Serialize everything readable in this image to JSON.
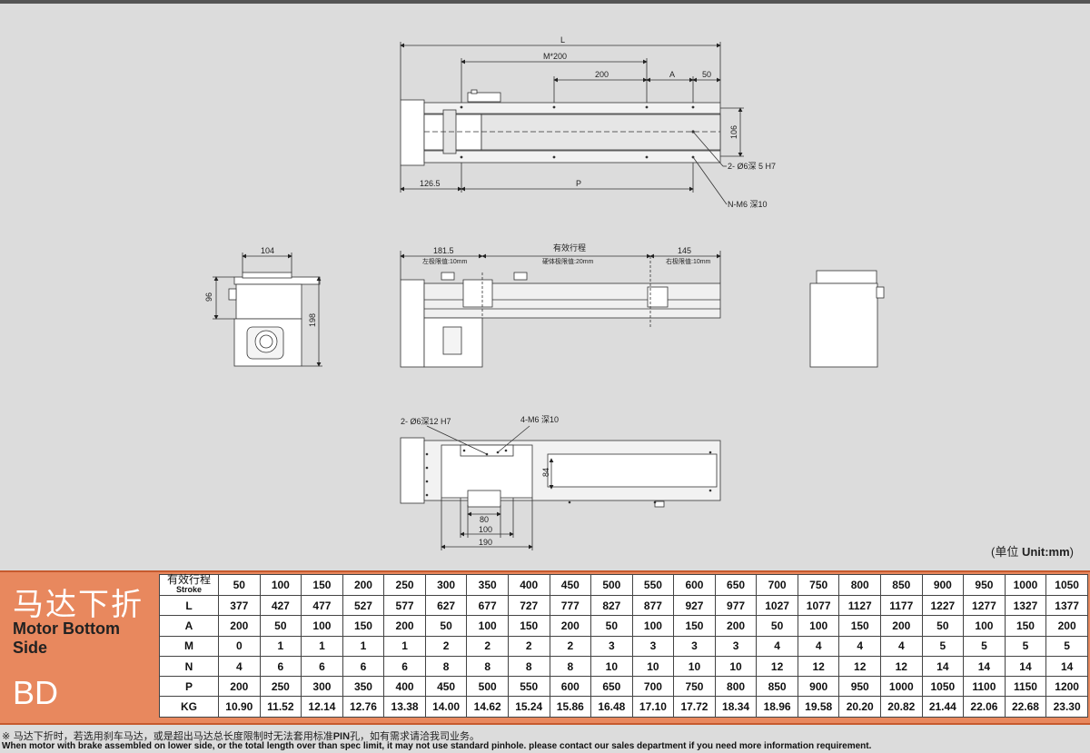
{
  "top_view": {
    "dim_L": "L",
    "dim_M": "M*200",
    "dim_200": "200",
    "dim_A": "A",
    "dim_50": "50",
    "dim_106": "106",
    "dim_126_5": "126.5",
    "dim_P": "P",
    "note_pin": "2- Ø6深 5 H7",
    "note_thread": "N-M6 深10"
  },
  "side_view": {
    "dim_104": "104",
    "dim_96": "96",
    "dim_198": "198",
    "dim_181_5": "181.5",
    "dim_stroke": "有效行程",
    "dim_145": "145",
    "limit_left": "左极限值:10mm",
    "limit_hard": "硬体极限值:20mm",
    "limit_right": "右极限值:10mm"
  },
  "bottom_view": {
    "note_pin": "2- Ø6深12 H7",
    "note_thread": "4-M6 深10",
    "dim_84": "84",
    "dim_80": "80",
    "dim_100": "100",
    "dim_190": "190"
  },
  "unit": {
    "cn": "(单位 ",
    "en": "Unit:mm",
    "close": ")"
  },
  "panel": {
    "title_cn": "马达下折",
    "title_en": "Motor Bottom Side",
    "code": "BD"
  },
  "table": {
    "header_cn": "有效行程",
    "header_en": "Stroke",
    "strokes": [
      "50",
      "100",
      "150",
      "200",
      "250",
      "300",
      "350",
      "400",
      "450",
      "500",
      "550",
      "600",
      "650",
      "700",
      "750",
      "800",
      "850",
      "900",
      "950",
      "1000",
      "1050"
    ],
    "rows": [
      {
        "label": "L",
        "values": [
          "377",
          "427",
          "477",
          "527",
          "577",
          "627",
          "677",
          "727",
          "777",
          "827",
          "877",
          "927",
          "977",
          "1027",
          "1077",
          "1127",
          "1177",
          "1227",
          "1277",
          "1327",
          "1377"
        ]
      },
      {
        "label": "A",
        "values": [
          "200",
          "50",
          "100",
          "150",
          "200",
          "50",
          "100",
          "150",
          "200",
          "50",
          "100",
          "150",
          "200",
          "50",
          "100",
          "150",
          "200",
          "50",
          "100",
          "150",
          "200"
        ]
      },
      {
        "label": "M",
        "values": [
          "0",
          "1",
          "1",
          "1",
          "1",
          "2",
          "2",
          "2",
          "2",
          "3",
          "3",
          "3",
          "3",
          "4",
          "4",
          "4",
          "4",
          "5",
          "5",
          "5",
          "5"
        ]
      },
      {
        "label": "N",
        "values": [
          "4",
          "6",
          "6",
          "6",
          "6",
          "8",
          "8",
          "8",
          "8",
          "10",
          "10",
          "10",
          "10",
          "12",
          "12",
          "12",
          "12",
          "14",
          "14",
          "14",
          "14"
        ]
      },
      {
        "label": "P",
        "values": [
          "200",
          "250",
          "300",
          "350",
          "400",
          "450",
          "500",
          "550",
          "600",
          "650",
          "700",
          "750",
          "800",
          "850",
          "900",
          "950",
          "1000",
          "1050",
          "1100",
          "1150",
          "1200"
        ]
      },
      {
        "label": "KG",
        "values": [
          "10.90",
          "11.52",
          "12.14",
          "12.76",
          "13.38",
          "14.00",
          "14.62",
          "15.24",
          "15.86",
          "16.48",
          "17.10",
          "17.72",
          "18.34",
          "18.96",
          "19.58",
          "20.20",
          "20.82",
          "21.44",
          "22.06",
          "22.68",
          "23.30"
        ]
      }
    ]
  },
  "footnote": {
    "cn_prefix": "※ 马达下折时，若选用刹车马达，或是超出马达总长度限制时无法套用标准",
    "cn_bold": "PIN",
    "cn_suffix": "孔，如有需求请洽我司业务。",
    "en": "When motor with brake assembled on lower side, or the total length over than spec limit, it may not use standard pinhole. please contact our sales department if you need more information requirement."
  }
}
